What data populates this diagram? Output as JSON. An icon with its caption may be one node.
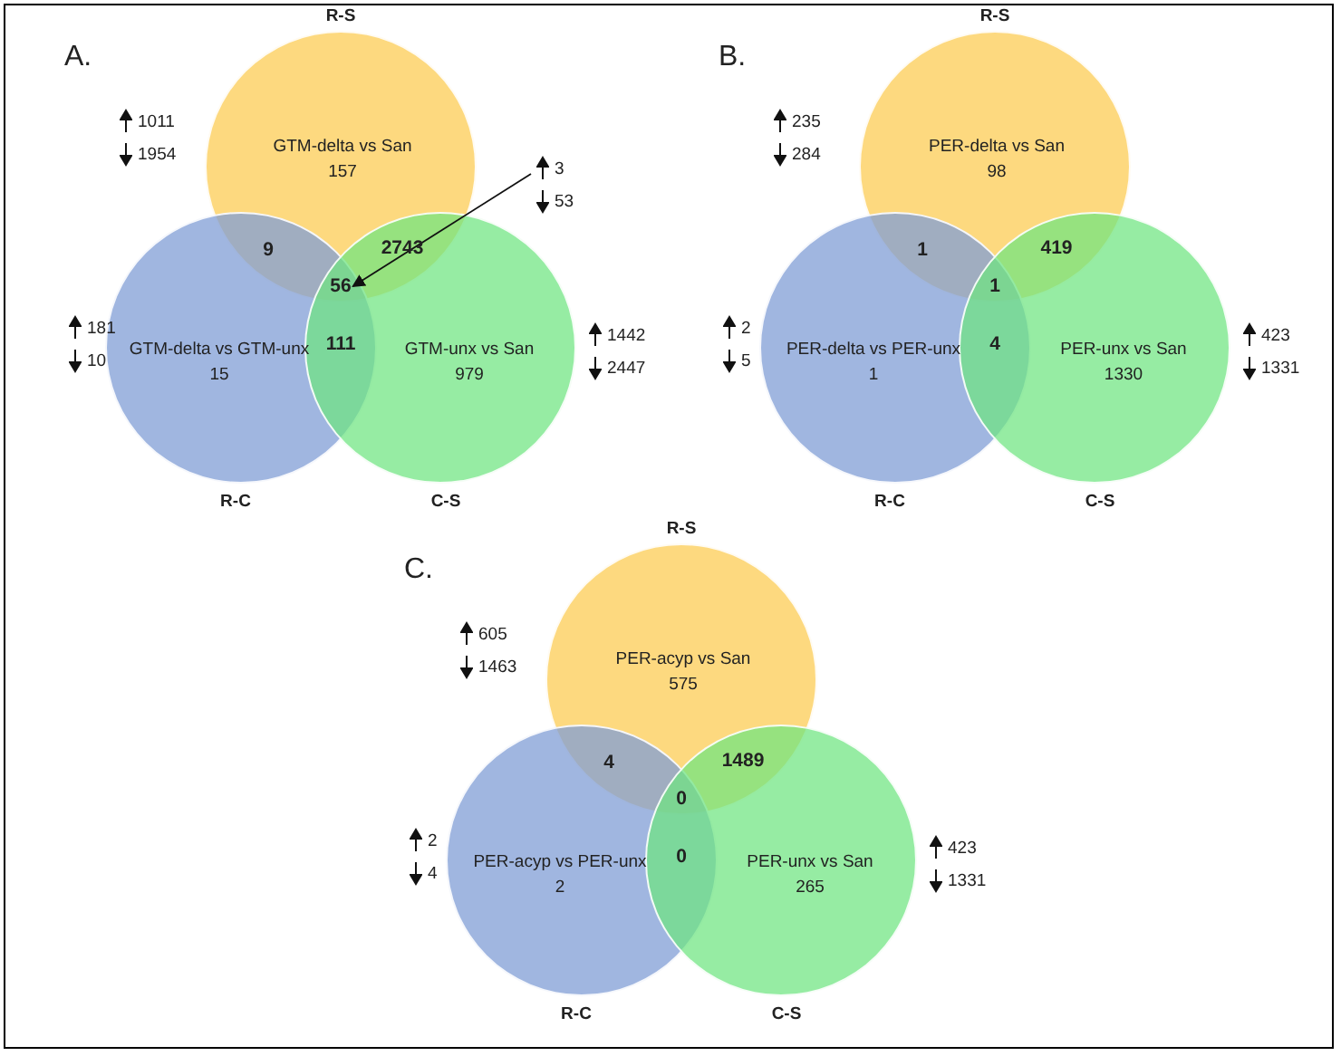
{
  "diagram": {
    "nodes": [
      {
        "text": [
          "GTM-delta vs San",
          "157"
        ],
        "beside": [
          "R-S",
          "1011",
          "1954"
        ]
      },
      {
        "text": [
          "GTM-delta vs GTM-unx",
          "15"
        ],
        "beside": [
          "R-C",
          "181",
          "10"
        ]
      },
      {
        "text": [
          "GTM-unx vs San",
          "979"
        ],
        "beside": [
          "C-S",
          "1442",
          "2447"
        ]
      },
      {
        "text": [
          "3",
          "53"
        ]
      },
      {
        "text": [
          "56"
        ]
      },
      {
        "text": [
          "PER-delta vs San",
          "98"
        ],
        "beside": [
          "R-S",
          "235",
          "284"
        ]
      },
      {
        "text": [
          "PER-delta vs PER-unx",
          "1"
        ],
        "beside": [
          "R-C",
          "2",
          "5"
        ]
      },
      {
        "text": [
          "PER-unx vs San",
          "1330"
        ],
        "beside": [
          "C-S",
          "423",
          "1331"
        ]
      },
      {
        "text": [
          "PER-acyp vs San",
          "575"
        ],
        "beside": [
          "R-S",
          "605",
          "1463"
        ]
      },
      {
        "text": [
          "PER-acyp vs PER-unx",
          "2"
        ],
        "beside": [
          "R-C",
          "2",
          "4"
        ]
      },
      {
        "text": [
          "PER-unx vs San",
          "265"
        ],
        "beside": [
          "C-S",
          "423",
          "1331"
        ]
      }
    ],
    "edges": [
      {
        "from": 3,
        "to": 4,
        "arrow": "to"
      }
    ],
    "labels": [
      "A.",
      "9",
      "2743",
      "111",
      "B.",
      "1",
      "419",
      "1",
      "4",
      "C.",
      "4",
      "1489",
      "0",
      "0"
    ]
  }
}
